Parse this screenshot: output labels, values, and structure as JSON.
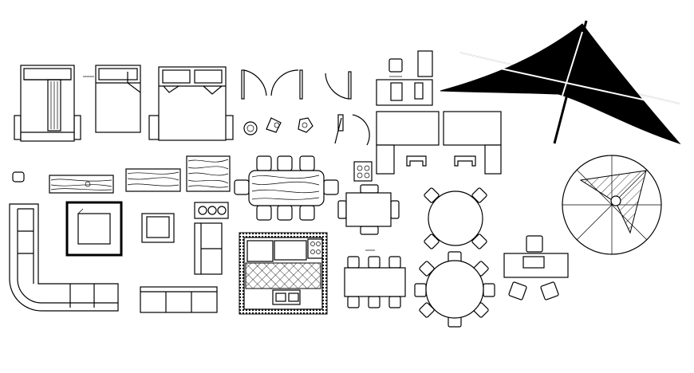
{
  "canvas": {
    "background": "#ffffff",
    "ink": "#000000"
  },
  "symbols": [
    "single-bed-with-nightstands",
    "single-bed",
    "double-bed-with-nightstands",
    "single-swing-door",
    "double-swing-door",
    "door-arc",
    "office-desk-with-chair",
    "umbrella-top-view",
    "potted-plants",
    "armchairs",
    "desks-with-chairs",
    "wood-texture-panels",
    "sectional-sofa",
    "coffee-table-with-rug",
    "dining-table-with-8-chairs",
    "gas-stove",
    "square-table-with-4-chairs",
    "round-table-with-4-chairs",
    "round-table-with-8-chairs",
    "rectangular-table-with-6-chairs",
    "kitchen-layout",
    "three-seat-sofa",
    "two-seat-sofa",
    "patio-umbrella-round",
    "desk-with-chairs"
  ]
}
